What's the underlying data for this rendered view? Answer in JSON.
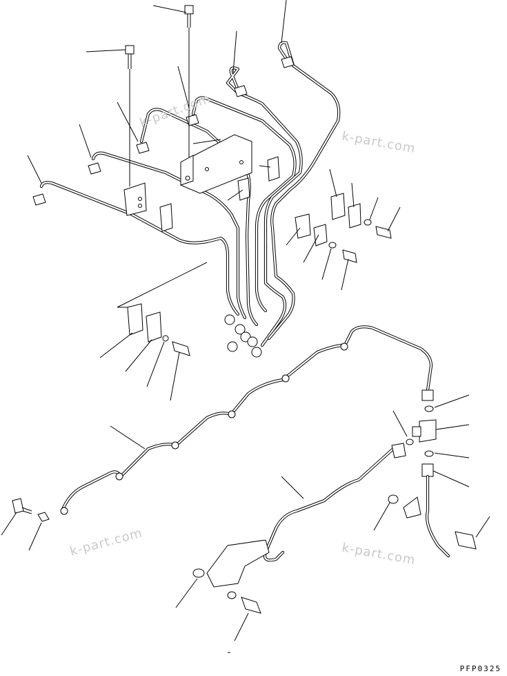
{
  "watermarks": [
    {
      "text": "k-part.com"
    },
    {
      "text": "k-part.com"
    },
    {
      "text": "k-part.com"
    },
    {
      "text": "k-part.com"
    }
  ],
  "drawing_code": "PFP0325",
  "colors": {
    "line": "#000000",
    "watermark": "#c9c9c9",
    "background": "#ffffff"
  }
}
